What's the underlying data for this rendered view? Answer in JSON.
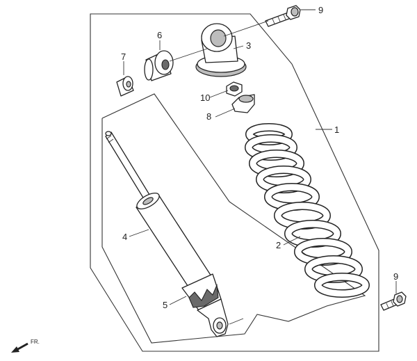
{
  "callouts": {
    "c1": "1",
    "c2": "2",
    "c3": "3",
    "c4": "4",
    "c5": "5",
    "c6": "6",
    "c7": "7",
    "c8": "8",
    "c9_top": "9",
    "c9_right": "9",
    "c10": "10"
  },
  "direction": {
    "label": "FR.",
    "icon": "arrow-left-down-icon"
  },
  "colors": {
    "line": "#222222",
    "shade": "#bdbdbd",
    "dark": "#6a6a6a"
  }
}
